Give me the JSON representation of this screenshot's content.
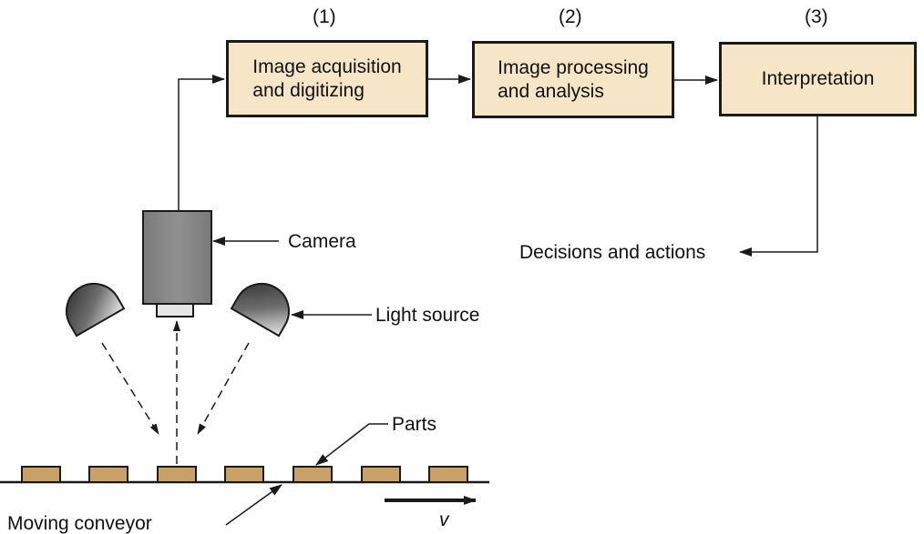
{
  "steps": [
    {
      "number": "(1)",
      "label": "Image acquisition\nand digitizing"
    },
    {
      "number": "(2)",
      "label": "Image processing\nand analysis"
    },
    {
      "number": "(3)",
      "label": "Interpretation"
    }
  ],
  "labels": {
    "camera": "Camera",
    "light_source": "Light source",
    "parts": "Parts",
    "decisions": "Decisions and actions",
    "conveyor": "Moving conveyor",
    "velocity": "v"
  },
  "colors": {
    "box_fill": "#f6e5c7",
    "part_fill": "#c9a067",
    "camera_fill": "#888888",
    "line": "#1a1a1a"
  }
}
